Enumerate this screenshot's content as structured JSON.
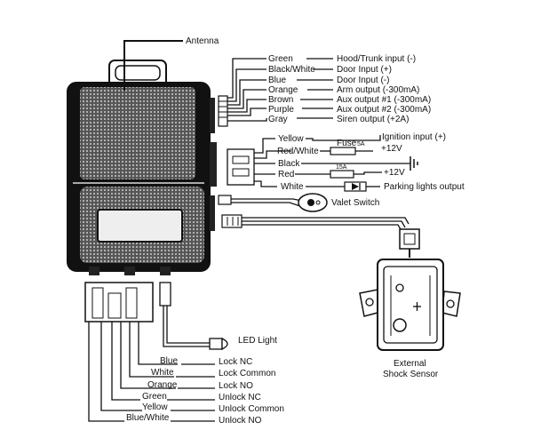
{
  "antenna_label": "Antenna",
  "left_harness": {
    "wires": [
      {
        "color": "Green",
        "function": "Hood/Trunk input (-)"
      },
      {
        "color": "Black/White",
        "function": "Door Input (+)"
      },
      {
        "color": "Blue",
        "function": "Door Input (-)"
      },
      {
        "color": "Orange",
        "function": "Arm output (-300mA)"
      },
      {
        "color": "Brown",
        "function": "Aux output #1 (-300mA)"
      },
      {
        "color": "Purple",
        "function": "Aux output #2 (-300mA)"
      },
      {
        "color": "Gray",
        "function": "Siren output (+2A)"
      }
    ]
  },
  "power_harness": {
    "yellow": "Yellow",
    "red_white": "Red/White",
    "black": "Black",
    "red": "Red",
    "white": "White",
    "ignition_input": "Ignition input (+)",
    "plus12v_a": "+12V",
    "fuse_label": "Fuse",
    "fuse_rating_a": "5A",
    "fuse_rating_b": "15A",
    "plus12v_b": "+12V",
    "parking_lights": "Parking lights output"
  },
  "valet_switch": "Valet Switch",
  "led_light": "LED Light",
  "lock_harness": {
    "wires": [
      {
        "color": "Blue",
        "function": "Lock NC"
      },
      {
        "color": "White",
        "function": "Lock Common"
      },
      {
        "color": "Orange",
        "function": "Lock NO"
      },
      {
        "color": "Green",
        "function": "Unlock NC"
      },
      {
        "color": "Yellow",
        "function": "Unlock Common"
      },
      {
        "color": "Blue/White",
        "function": "Unlock NO"
      }
    ]
  },
  "shock_sensor": {
    "line1": "External",
    "line2": "Shock Sensor"
  }
}
